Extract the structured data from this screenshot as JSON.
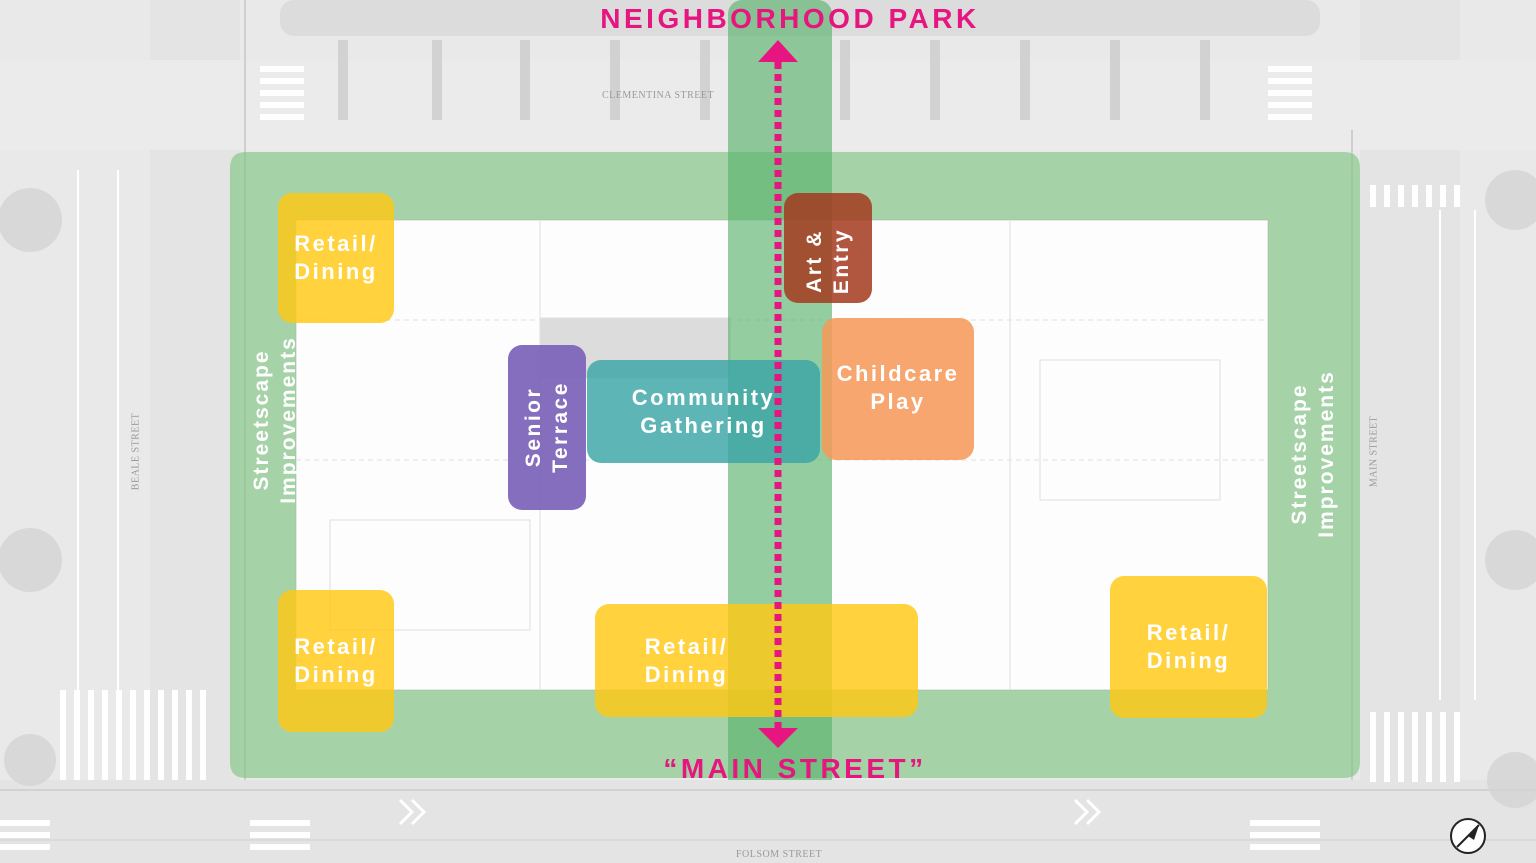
{
  "headings": {
    "north": "NEIGHBORHOOD PARK",
    "south": "“MAIN STREET”"
  },
  "streets": {
    "north": "CLEMENTINA STREET",
    "south": "FOLSOM STREET",
    "west": "BEALE STREET",
    "east": "MAIN STREET"
  },
  "streetscape": {
    "west": "Streetscape Improvements",
    "east": "Streetscape Improvements"
  },
  "zones": {
    "retail_nw": "Retail/\nDining",
    "retail_sw": "Retail/\nDining",
    "retail_s": "Retail/\nDining",
    "retail_se": "Retail/\nDining",
    "art_entry": "Art &\nEntry",
    "senior_terrace": "Senior\nTerrace",
    "community": "Community\nGathering",
    "childcare": "Childcare\nPlay"
  },
  "colors": {
    "accent_magenta": "#e6157f",
    "green_zone": "#7cc47f",
    "retail_yellow": "#ffc814",
    "art_entry_red": "#a33a1f",
    "senior_purple": "#7b62b8",
    "community_teal": "#3aa5a6",
    "childcare_orange": "#f59a5a"
  },
  "icons": {
    "north_arrow": "north-arrow-icon",
    "path_arrows": "double-headed-arrow-icon"
  }
}
